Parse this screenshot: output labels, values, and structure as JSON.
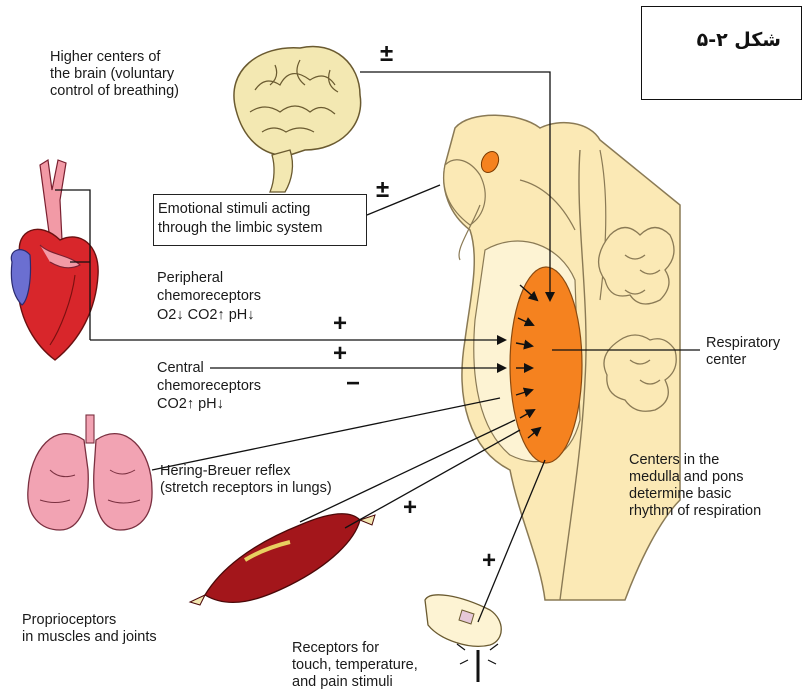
{
  "figure_label": "۵-۲ شکل",
  "labels": {
    "higher_centers": "Higher centers of\nthe brain (voluntary\ncontrol of breathing)",
    "emotional_1": "Emotional stimuli acting",
    "emotional_2": "through the limbic system",
    "peripheral_1": "Peripheral",
    "peripheral_2": "chemoreceptors",
    "peripheral_3": "O2↓ CO2↑ pH↓",
    "central_1": "Central",
    "central_2": "chemoreceptors",
    "central_3": "CO2↑ pH↓",
    "hering_breuer": "Hering-Breuer reflex\n(stretch receptors in lungs)",
    "proprioceptors": "Proprioceptors\nin muscles and joints",
    "receptors_touch": "Receptors for\ntouch, temperature,\nand pain stimuli",
    "respiratory_center": "Respiratory\ncenter",
    "centers_medulla": "Centers in the\nmedulla and pons\ndetermine basic\nrhythm of respiration"
  },
  "signs": {
    "higher": "±",
    "limbic": "±",
    "peripheral": "+",
    "central": "+",
    "lungs": "−",
    "muscle": "+",
    "touch": "+"
  },
  "colors": {
    "brainstem": "#fbe9b5",
    "brainstem_outline": "#8a7a55",
    "respiratory_center": "#f5821f",
    "heart_red": "#d8262b",
    "heart_pink": "#f29aa6",
    "heart_blue": "#6b6fd1",
    "lung_pink": "#f2a3b3",
    "muscle_red": "#a3161b",
    "brain_tan": "#f3e8b2"
  }
}
